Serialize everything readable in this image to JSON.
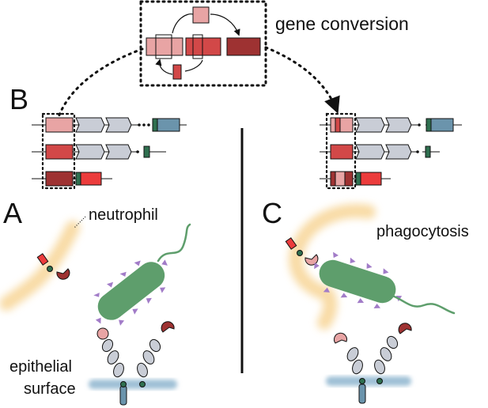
{
  "labels": {
    "gene_conversion": "gene conversion",
    "panel_a": "A",
    "panel_b": "B",
    "panel_c": "C",
    "neutrophil": "neutrophil",
    "phagocytosis": "phagocytosis",
    "epithelial_line1": "epithelial",
    "epithelial_line2": "surface"
  },
  "colors": {
    "pink": "#e8a4a4",
    "red": "#d24848",
    "dark_red": "#9e3232",
    "bright_red": "#ec3c3c",
    "gray_gene": "#c9cdd6",
    "blue_gene": "#6b94ac",
    "green_mark": "#2f7050",
    "bacterium": "#5e9e6c",
    "pili": "#a27cc8",
    "neutrophil_glow": "#f8d9a0",
    "membrane": "#9fc0d6"
  }
}
